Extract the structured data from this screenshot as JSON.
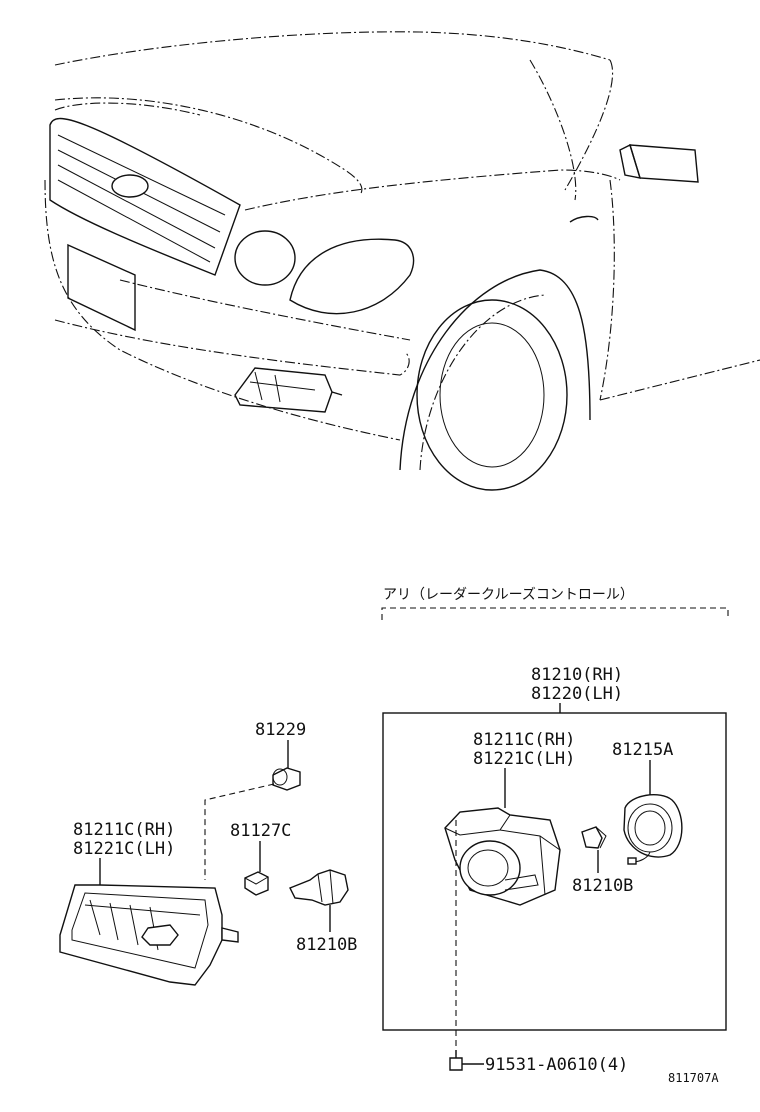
{
  "labels": {
    "bulb_socket_top": "81229",
    "fog_lamp_left_rh": "81211C(RH)",
    "fog_lamp_left_lh": "81221C(LH)",
    "socket_cover": "81127C",
    "bulb_left": "81210B",
    "assy_rh": "81210(RH)",
    "assy_lh": "81220(LH)",
    "fog_lamp_right_rh": "81211C(RH)",
    "fog_lamp_right_lh": "81221C(LH)",
    "cover_right": "81215A",
    "bulb_right": "81210B",
    "screw": "91531-A0610(4)",
    "diagram_id": "811707A"
  },
  "radar_note": "アリ（レーダークルーズコントロール）"
}
